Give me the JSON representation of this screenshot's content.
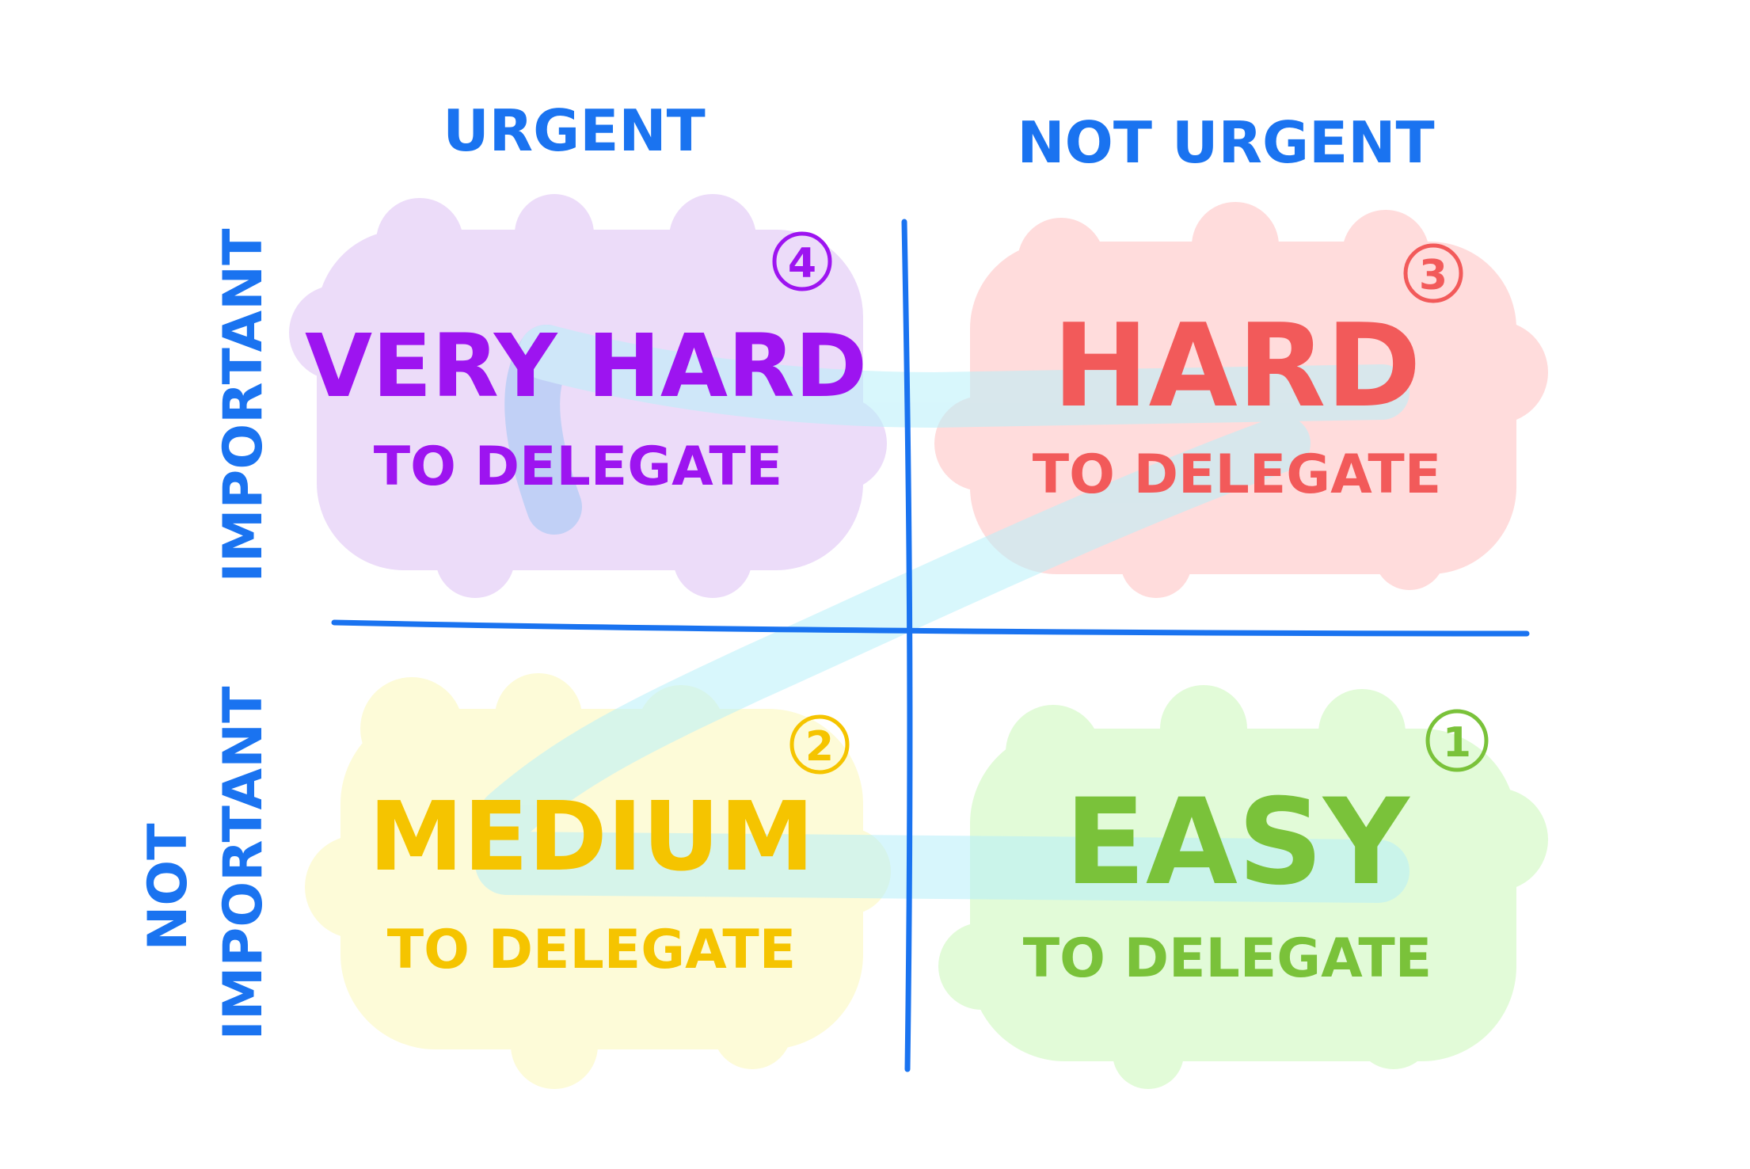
{
  "axes": {
    "col_left": "URGENT",
    "col_right": "NOT URGENT",
    "row_top": "IMPORTANT",
    "row_bottom_line1": "NOT",
    "row_bottom_line2": "IMPORTANT"
  },
  "quadrants": {
    "top_left": {
      "title": "VERY HARD",
      "subtitle": "TO DELEGATE",
      "rank": "4",
      "color": "#9d14f0",
      "fill": "#ecdcf9"
    },
    "top_right": {
      "title": "HARD",
      "subtitle": "TO DELEGATE",
      "rank": "3",
      "color": "#f25a5a",
      "fill": "#ffdcdc"
    },
    "bottom_left": {
      "title": "MEDIUM",
      "subtitle": "TO DELEGATE",
      "rank": "2",
      "color": "#f5c400",
      "fill": "#fdfbd8"
    },
    "bottom_right": {
      "title": "EASY",
      "subtitle": "TO DELEGATE",
      "rank": "1",
      "color": "#7ac23a",
      "fill": "#e2fbd8"
    }
  },
  "colors": {
    "axis": "#1a73f0",
    "path": "#b8f0fa"
  }
}
